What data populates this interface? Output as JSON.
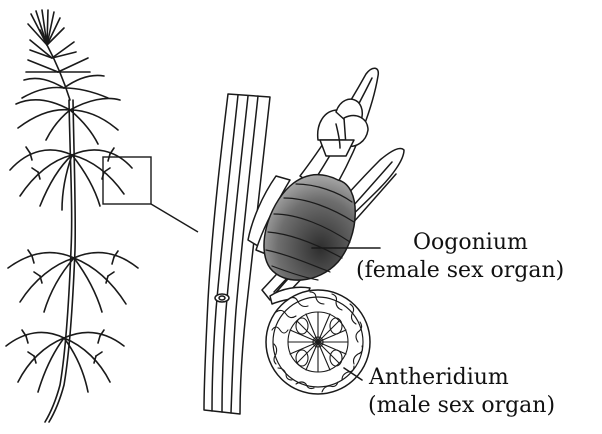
{
  "labels": {
    "oogonium": {
      "title": "Oogonium",
      "subtitle": "(female sex organ)"
    },
    "antheridium": {
      "title": "Antheridium",
      "subtitle": "(male sex organ)"
    }
  },
  "colors": {
    "line": "#1a1a1a",
    "oogonium_fill_dark": "#3a3a3a",
    "oogonium_fill_light": "#bdbdbd",
    "background": "#ffffff"
  }
}
